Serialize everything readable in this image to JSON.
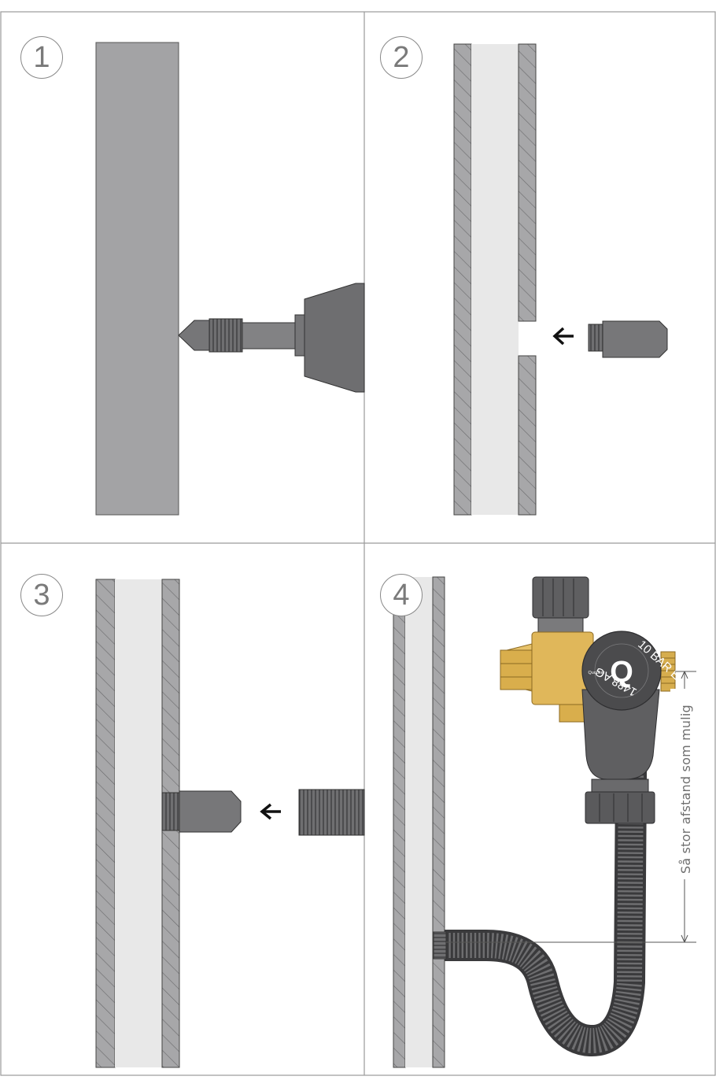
{
  "steps": [
    {
      "number": "1"
    },
    {
      "number": "2"
    },
    {
      "number": "3"
    },
    {
      "number": "4"
    }
  ],
  "valve_label": {
    "brand": "Quooker",
    "logo_letter": "Q",
    "ring_top": "10 BAR EN",
    "ring_bottom": "1488 AG"
  },
  "dimension_label": "Så stor afstand som mulig",
  "colors": {
    "frame": "#9a9a9a",
    "wall_solid": "#a3a3a5",
    "wall_hatch": "#8e8e90",
    "pipe_inner": "#e8e8e8",
    "fitting_dark": "#6e6e70",
    "fitting_mid": "#7c7c7e",
    "brass": "#e0b75a",
    "arrow": "#111111"
  }
}
